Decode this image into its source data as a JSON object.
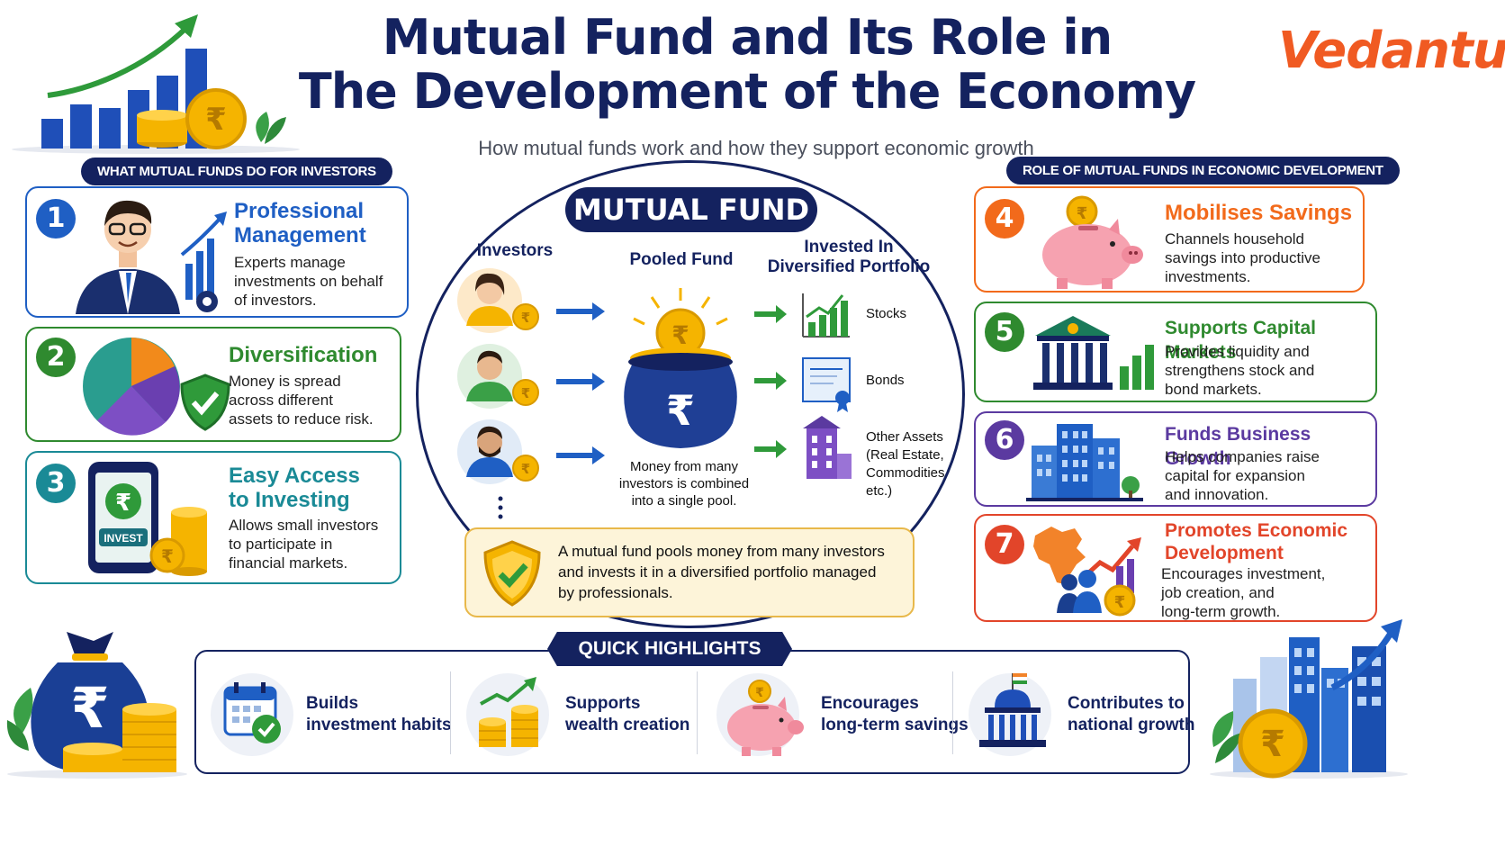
{
  "header": {
    "title_line1": "Mutual Fund and Its Role in",
    "title_line2": "The Development of the Economy",
    "subtitle": "How mutual funds work and how they support economic growth",
    "brand": "Vedantu"
  },
  "left_section": {
    "heading": "WHAT MUTUAL FUNDS DO FOR INVESTORS",
    "cards": [
      {
        "number": "1",
        "title_line1": "Professional",
        "title_line2": "Management",
        "text_line1": "Experts manage",
        "text_line2": "investments on behalf",
        "text_line3": "of investors.",
        "color": "#1f5fc4"
      },
      {
        "number": "2",
        "title_line1": "Diversification",
        "title_line2": "",
        "text_line1": "Money is spread",
        "text_line2": "across different",
        "text_line3": "assets to reduce risk.",
        "color": "#2f8a2f"
      },
      {
        "number": "3",
        "title_line1": "Easy Access",
        "title_line2": "to Investing",
        "text_line1": "Allows small investors",
        "text_line2": "to participate in",
        "text_line3": "financial markets.",
        "color": "#1a8a96"
      }
    ],
    "invest_button": "INVEST"
  },
  "center": {
    "pill": "MUTUAL FUND",
    "investors_label": "Investors",
    "pooled_label": "Pooled Fund",
    "portfolio_label_line1": "Invested In",
    "portfolio_label_line2": "Diversified Portfolio",
    "assets": [
      "Stocks",
      "Bonds",
      "Other Assets",
      "(Real Estate,",
      "Commodities",
      "etc.)"
    ],
    "pool_caption_line1": "Money from many",
    "pool_caption_line2": "investors is combined",
    "pool_caption_line3": "into a single pool.",
    "note_line1": "A mutual fund pools money from many investors",
    "note_line2": "and invests it in a diversified portfolio managed",
    "note_line3": "by professionals."
  },
  "right_section": {
    "heading": "ROLE OF MUTUAL FUNDS IN ECONOMIC DEVELOPMENT",
    "cards": [
      {
        "number": "4",
        "title_line1": "Mobilises Savings",
        "title_line2": "",
        "text_line1": "Channels household",
        "text_line2": "savings into productive",
        "text_line3": "investments.",
        "color": "#f26a1b"
      },
      {
        "number": "5",
        "title_line1": "Supports Capital Markets",
        "title_line2": "",
        "text_line1": "Provides liquidity and",
        "text_line2": "strengthens stock and",
        "text_line3": "bond markets.",
        "color": "#2f8a2f"
      },
      {
        "number": "6",
        "title_line1": "Funds Business Growth",
        "title_line2": "",
        "text_line1": "Helps companies raise",
        "text_line2": "capital for expansion",
        "text_line3": "and innovation.",
        "color": "#5b3aa0"
      },
      {
        "number": "7",
        "title_line1": "Promotes Economic",
        "title_line2": "Development",
        "text_line1": "Encourages investment,",
        "text_line2": "job creation, and",
        "text_line3": "long-term growth.",
        "color": "#e2452a"
      }
    ]
  },
  "quick_highlights": {
    "heading": "QUICK HIGHLIGHTS",
    "items": [
      {
        "line1": "Builds",
        "line2": "investment habits",
        "icon": "calendar-check-icon"
      },
      {
        "line1": "Supports",
        "line2": "wealth creation",
        "icon": "coins-growth-icon"
      },
      {
        "line1": "Encourages",
        "line2": "long-term savings",
        "icon": "piggy-bank-icon"
      },
      {
        "line1": "Contributes to",
        "line2": "national growth",
        "icon": "government-building-icon"
      }
    ]
  },
  "colors": {
    "navy": "#14225f",
    "orange": "#f05a22",
    "gold": "#f5b400"
  }
}
